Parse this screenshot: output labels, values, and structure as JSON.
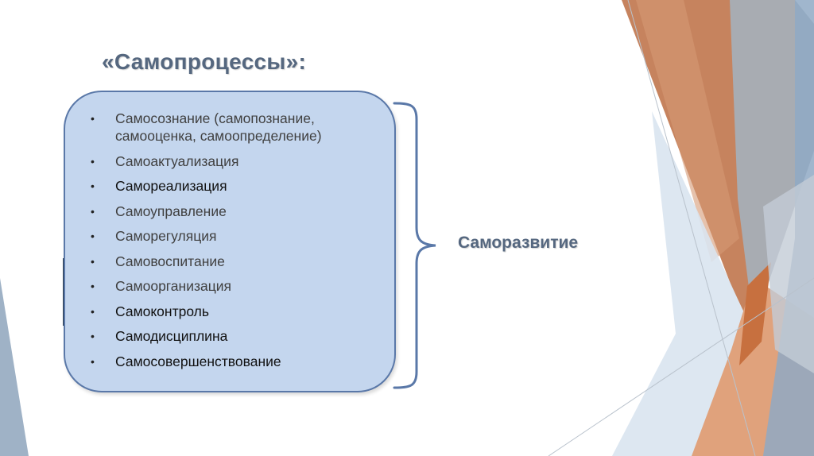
{
  "slide": {
    "title": "«Самопроцессы»:",
    "items": [
      {
        "line1": "Самосознание (самопознание,",
        "line2": "самооценка, самоопределение)",
        "dark": false
      },
      {
        "line1": "Самоактуализация",
        "line2": "",
        "dark": false
      },
      {
        "line1": "Самореализация",
        "line2": "",
        "dark": true
      },
      {
        "line1": "Самоуправление",
        "line2": "",
        "dark": false
      },
      {
        "line1": "Саморегуляция",
        "line2": "",
        "dark": false
      },
      {
        "line1": "Самовоспитание",
        "line2": "",
        "dark": false
      },
      {
        "line1": "Самоорганизация",
        "line2": "",
        "dark": false
      },
      {
        "line1": "Самоконтроль",
        "line2": "",
        "dark": true
      },
      {
        "line1": "Самодисциплина",
        "line2": "",
        "dark": true
      },
      {
        "line1": "Самосовершенствование",
        "line2": "",
        "dark": true
      }
    ],
    "result_label": "Саморазвитие",
    "bullet_glyph": "•"
  },
  "colors": {
    "title_text": "#55677f",
    "box_fill": "#c4d6ee",
    "box_border": "#5a78a8",
    "brace": "#5a78a8",
    "accent_orange": "#d4875a",
    "accent_grey_blue": "#9fb2c6"
  }
}
